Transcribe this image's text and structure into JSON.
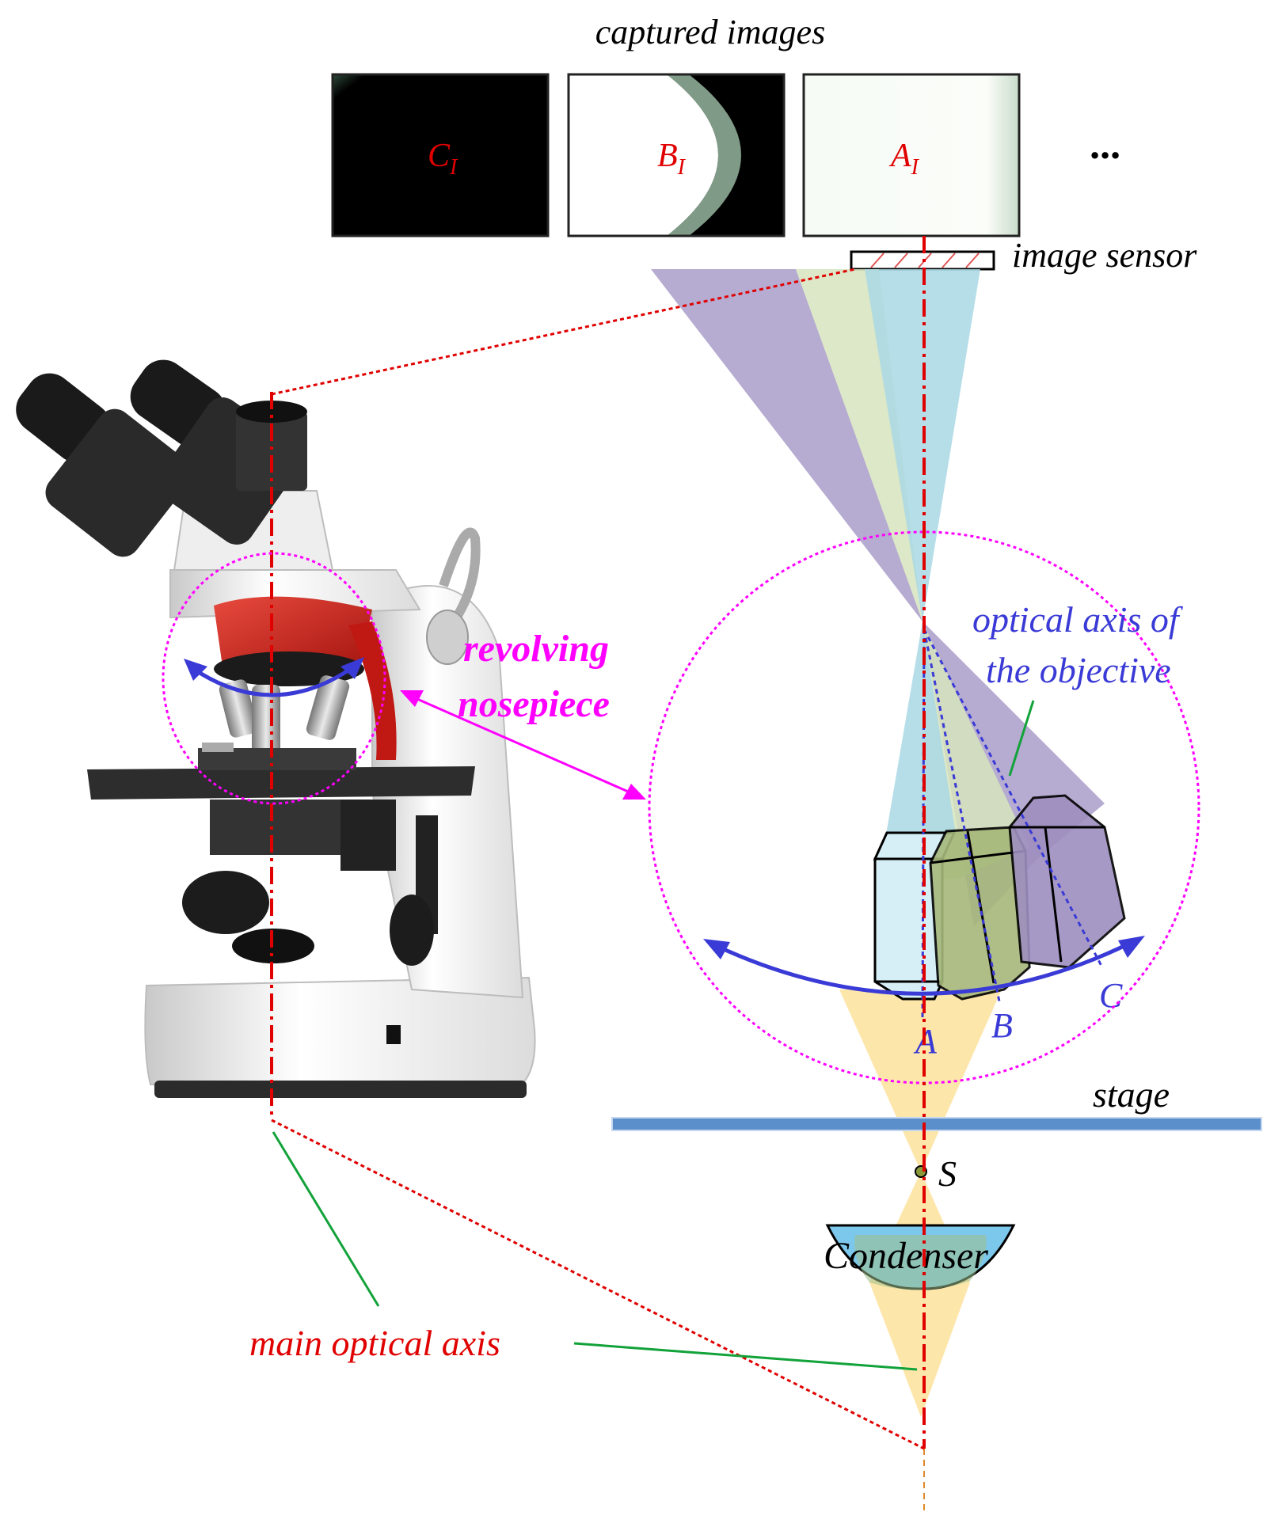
{
  "labels": {
    "captured_images": "captured images",
    "image_sensor": "image sensor",
    "revolving_line1": "revolving",
    "revolving_line2": "nosepiece",
    "optical_axis_obj_line1": "optical axis of",
    "optical_axis_obj_line2": "the objective",
    "stage": "stage",
    "source_point": "S",
    "condenser": "Condenser",
    "main_optical_axis": "main optical axis",
    "point_a": "A",
    "point_b": "B",
    "point_c": "C",
    "ellipsis": "...",
    "frame_c": "C",
    "frame_b": "B",
    "frame_a": "A",
    "frame_sub": "I"
  },
  "colors": {
    "red_label": "#e00000",
    "magenta": "#ff00ff",
    "blue": "#3a3ad6",
    "green_leader": "#12a23a",
    "stage_bar": "#5b8fcc",
    "beam_cyan": "#a9d8e4",
    "beam_green": "#d6e4bd",
    "beam_purple": "#9e8fc0",
    "beam_yellow": "#fde3a1",
    "condenser_fill": "#7cc8ec"
  },
  "icons": {
    "microscope": "microscope-photo-icon"
  }
}
